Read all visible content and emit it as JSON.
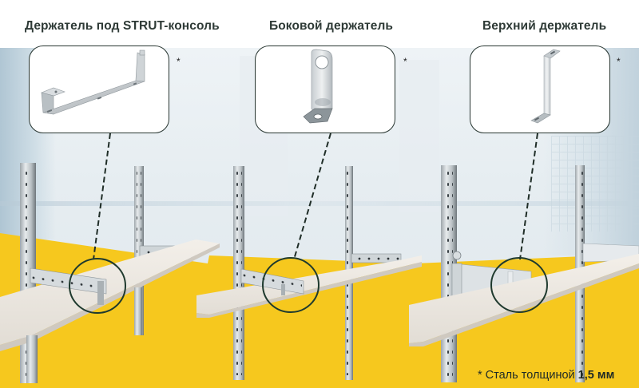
{
  "titles": [
    {
      "label": "Держатель под STRUT-консоль"
    },
    {
      "label": "Боковой держатель"
    },
    {
      "label": "Верхний держатель"
    }
  ],
  "callouts": [
    {
      "product": "strut-console-holder",
      "image_icon": "long-u-bracket-icon",
      "asterisk": "*"
    },
    {
      "product": "side-holder",
      "image_icon": "l-bracket-with-hole-icon",
      "asterisk": "*"
    },
    {
      "product": "top-holder",
      "image_icon": "z-bracket-icon",
      "asterisk": "*"
    }
  ],
  "footnote": {
    "prefix": "* Сталь толщиной ",
    "value": "1,5 мм"
  },
  "colors": {
    "accent_yellow": "#f6c81e",
    "text_dark": "#2e3a36",
    "outline": "#283631",
    "shelf": "#ece8e2",
    "steel": "#c9cfd3"
  }
}
